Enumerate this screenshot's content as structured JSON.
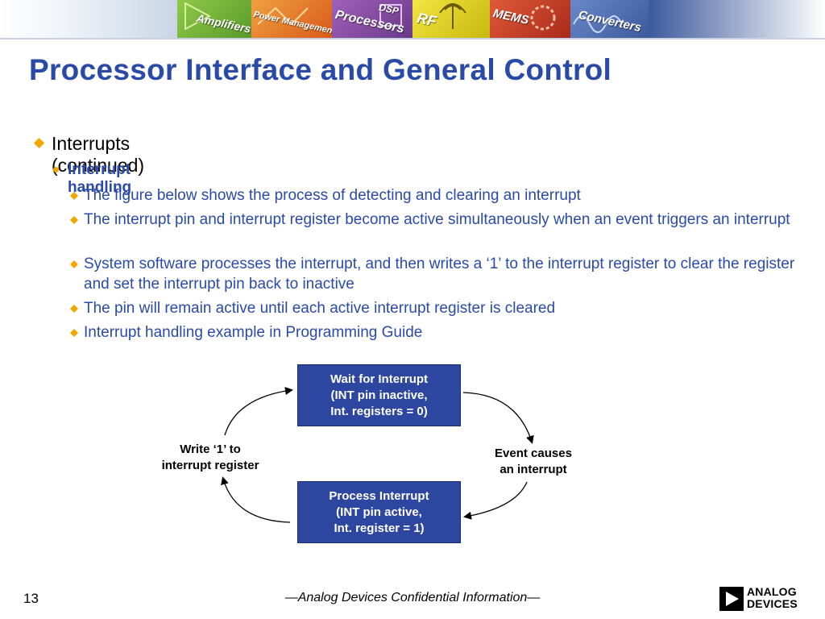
{
  "header": {
    "banner_tiles": [
      "Amplifiers",
      "Power Management",
      "Processors",
      "DSP",
      "RF",
      "MEMS",
      "Converters"
    ],
    "colors": {
      "tile_green": "#7fb83a",
      "tile_orange": "#e0712a",
      "tile_purple": "#8a4fa0",
      "tile_yellow": "#e8d820",
      "tile_red": "#c8402a",
      "tile_blue": "#3d5a9c"
    }
  },
  "slide": {
    "title": "Processor Interface and General Control",
    "level1": "Interrupts (continued)",
    "level2": "Interrupt handling",
    "items": [
      "The figure below shows the process of detecting and clearing an interrupt",
      "The interrupt pin and interrupt register become active simultaneously when an event triggers an interrupt",
      "System software processes the interrupt, and then writes a ‘1’ to the interrupt register to clear the register and set the interrupt pin back to inactive",
      "The pin will remain active until each active interrupt register is cleared",
      "Interrupt handling example in Programming Guide"
    ],
    "colors": {
      "title": "#2a4aa8",
      "bullet_diamond": "#f0a800",
      "box_fill": "#2d47a0"
    }
  },
  "diagram": {
    "top_box": [
      "Wait for Interrupt",
      "(INT pin inactive,",
      "Int. registers = 0)"
    ],
    "bottom_box": [
      "Process Interrupt",
      "(INT pin active,",
      "Int. register = 1)"
    ],
    "left_label": [
      "Write ‘1’ to",
      "interrupt register"
    ],
    "right_label": [
      "Event causes",
      "an interrupt"
    ]
  },
  "footer": {
    "page_number": "13",
    "confidential": "—Analog Devices Confidential Information—",
    "logo_line1": "ANALOG",
    "logo_line2": "DEVICES"
  }
}
